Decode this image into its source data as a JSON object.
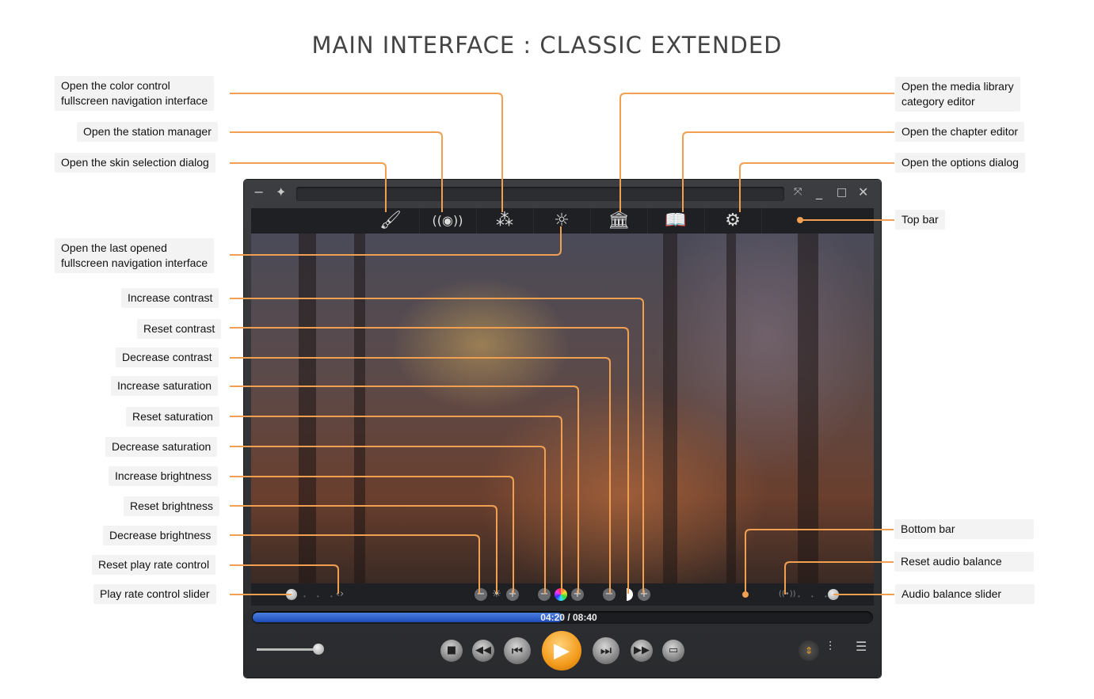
{
  "title": "MAIN INTERFACE : CLASSIC EXTENDED",
  "accent_color": "#f0a050",
  "labels_left": [
    {
      "text_line1": "Open the color control",
      "text_line2": "fullscreen navigation interface"
    },
    {
      "text": "Open the station manager"
    },
    {
      "text": "Open the skin selection dialog"
    },
    {
      "text_line1": "Open the last opened",
      "text_line2": "fullscreen navigation interface"
    },
    {
      "text": "Increase contrast"
    },
    {
      "text": "Reset contrast"
    },
    {
      "text": "Decrease contrast"
    },
    {
      "text": "Increase saturation"
    },
    {
      "text": "Reset saturation"
    },
    {
      "text": "Decrease saturation"
    },
    {
      "text": "Increase brightness"
    },
    {
      "text": "Reset brightness"
    },
    {
      "text": "Decrease brightness"
    },
    {
      "text": "Reset play rate control"
    },
    {
      "text": "Play rate control slider"
    }
  ],
  "labels_right": [
    {
      "text_line1": "Open the media library",
      "text_line2": "category editor"
    },
    {
      "text": "Open the chapter editor"
    },
    {
      "text": "Open the options dialog"
    },
    {
      "text": "Top bar"
    },
    {
      "text": "Bottom bar"
    },
    {
      "text": "Reset audio balance"
    },
    {
      "text": "Audio balance slider"
    }
  ],
  "player": {
    "current_time": "04:20",
    "separator": " / ",
    "total_time": "08:40",
    "progress_fraction": 0.5,
    "volume_fraction": 0.95,
    "icons": {
      "skin": "brush-icon",
      "station": "broadcast-icon",
      "color": "color-balls-icon",
      "last_nav": "sun-gear-icon",
      "media_library": "library-edit-icon",
      "chapter": "book-edit-icon",
      "options": "gear-icon"
    }
  }
}
